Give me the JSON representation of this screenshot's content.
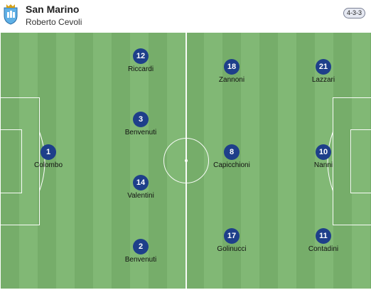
{
  "team": {
    "name": "San Marino",
    "coach": "Roberto Cevoli",
    "formation": "4-3-3",
    "crest_icon": "san-marino-crest-icon"
  },
  "colors": {
    "pitch_dark": "#76ad6a",
    "pitch_light": "#81b875",
    "shirt": "#1e3f8a"
  },
  "players": [
    {
      "number": "1",
      "name": "Colombo"
    },
    {
      "number": "12",
      "name": "Riccardi"
    },
    {
      "number": "3",
      "name": "Benvenuti"
    },
    {
      "number": "14",
      "name": "Valentini"
    },
    {
      "number": "2",
      "name": "Benvenuti"
    },
    {
      "number": "18",
      "name": "Zannoni"
    },
    {
      "number": "8",
      "name": "Capicchioni"
    },
    {
      "number": "17",
      "name": "Golinucci"
    },
    {
      "number": "21",
      "name": "Lazzari"
    },
    {
      "number": "10",
      "name": "Nanni"
    },
    {
      "number": "11",
      "name": "Contadini"
    }
  ]
}
